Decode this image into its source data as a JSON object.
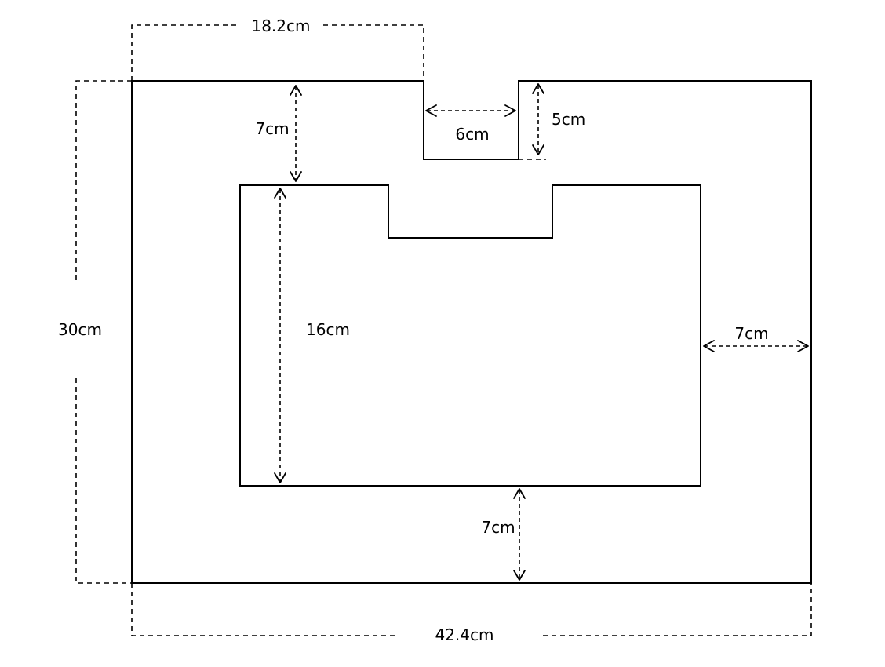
{
  "labels": {
    "top_left_width": "18.2cm",
    "notch_width": "6cm",
    "notch_depth": "5cm",
    "top_gap": "7cm",
    "left_height": "30cm",
    "inner_height": "16cm",
    "right_gap": "7cm",
    "bottom_gap": "7cm",
    "bottom_width": "42.4cm"
  }
}
